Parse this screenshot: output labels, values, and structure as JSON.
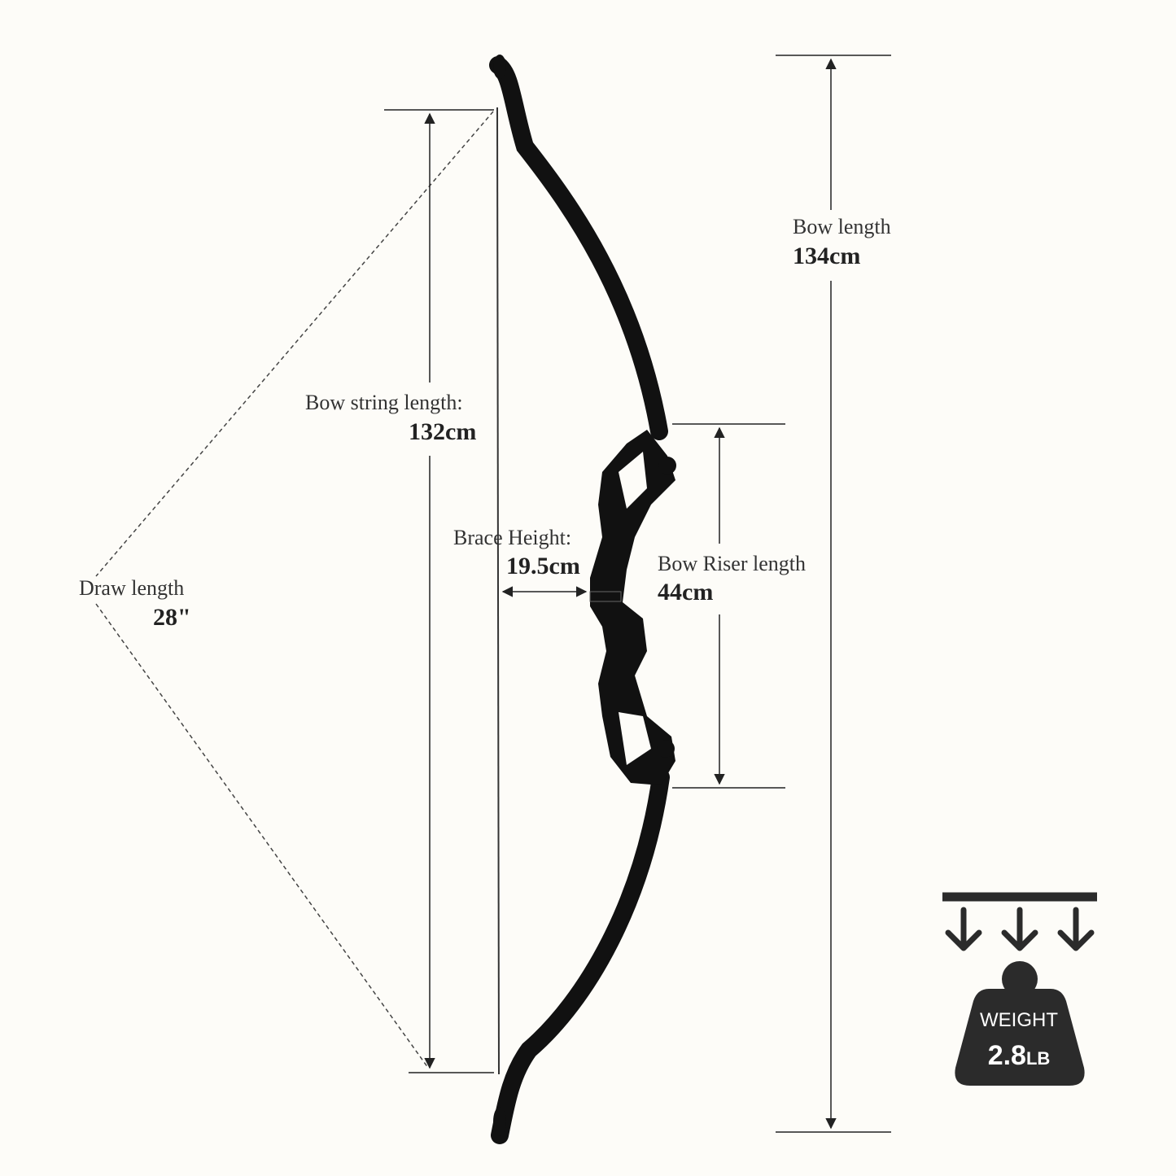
{
  "measurements": {
    "bow_length": {
      "label": "Bow length",
      "value": "134cm"
    },
    "bow_string_length": {
      "label": "Bow string length:",
      "value": "132cm"
    },
    "brace_height": {
      "label": "Brace Height:",
      "value": "19.5cm"
    },
    "riser_length": {
      "label": "Bow Riser length",
      "value": "44cm"
    },
    "draw_length": {
      "label": "Draw length",
      "value": "28\""
    }
  },
  "weight": {
    "label": "WEIGHT",
    "value": "2.8",
    "unit": "LB"
  },
  "colors": {
    "bow": "#111111",
    "lines": "#222222",
    "background": "#fdfcf8",
    "text": "#333333",
    "weight_icon": "#2b2b2b"
  }
}
